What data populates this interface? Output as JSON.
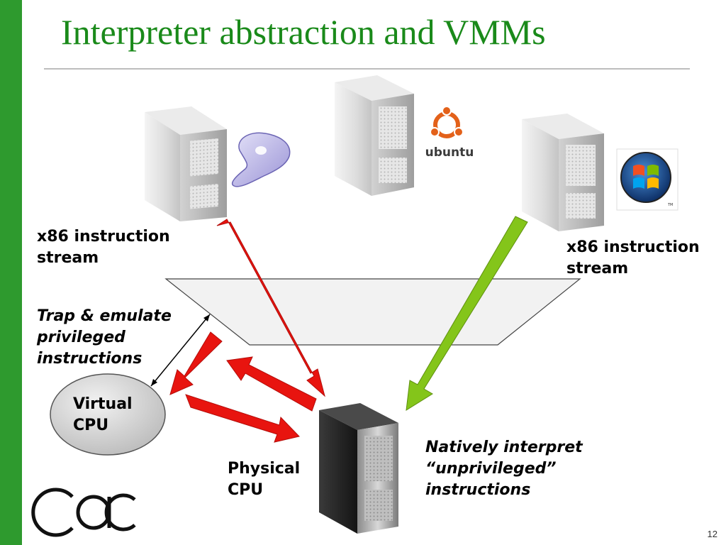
{
  "slide": {
    "title": "Interpreter abstraction and VMMs",
    "page_number": "12"
  },
  "labels": {
    "left_stream": [
      "x86 instruction",
      "stream"
    ],
    "right_stream": [
      "x86 instruction",
      "stream"
    ],
    "trap_emulate": [
      "Trap & emulate",
      "privileged",
      "instructions"
    ],
    "virtual_cpu": [
      "Virtual",
      "CPU"
    ],
    "physical_cpu": [
      "Physical",
      "CPU"
    ],
    "native_interpret": [
      "Natively interpret",
      "“unprivileged”",
      "instructions"
    ]
  },
  "logos": {
    "os1": "gentoo-logo",
    "os2": "ubuntu",
    "os3": "windows-logo",
    "brand": "cac"
  },
  "colors": {
    "accent_green": "#2e9a2e",
    "title_green": "#1a8a1a",
    "arrow_red": "#e8140f",
    "arrow_green": "#84c51a"
  }
}
